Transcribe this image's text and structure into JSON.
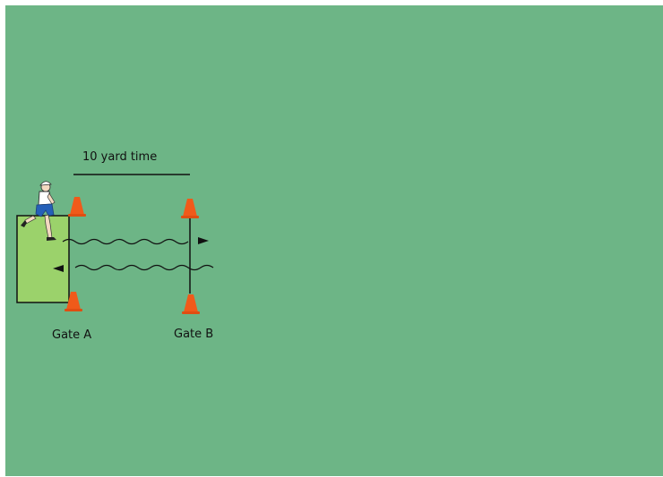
{
  "diagram": {
    "title": "10 yard time",
    "gate_a_label": "Gate A",
    "gate_b_label": "Gate B"
  },
  "colors": {
    "field": "#6db586",
    "start_box": "#9bd26b",
    "cone": "#f05a1a",
    "line": "#111111"
  },
  "icons": [
    "runner-icon",
    "cone-icon",
    "arrow-right-icon",
    "arrow-left-icon"
  ]
}
